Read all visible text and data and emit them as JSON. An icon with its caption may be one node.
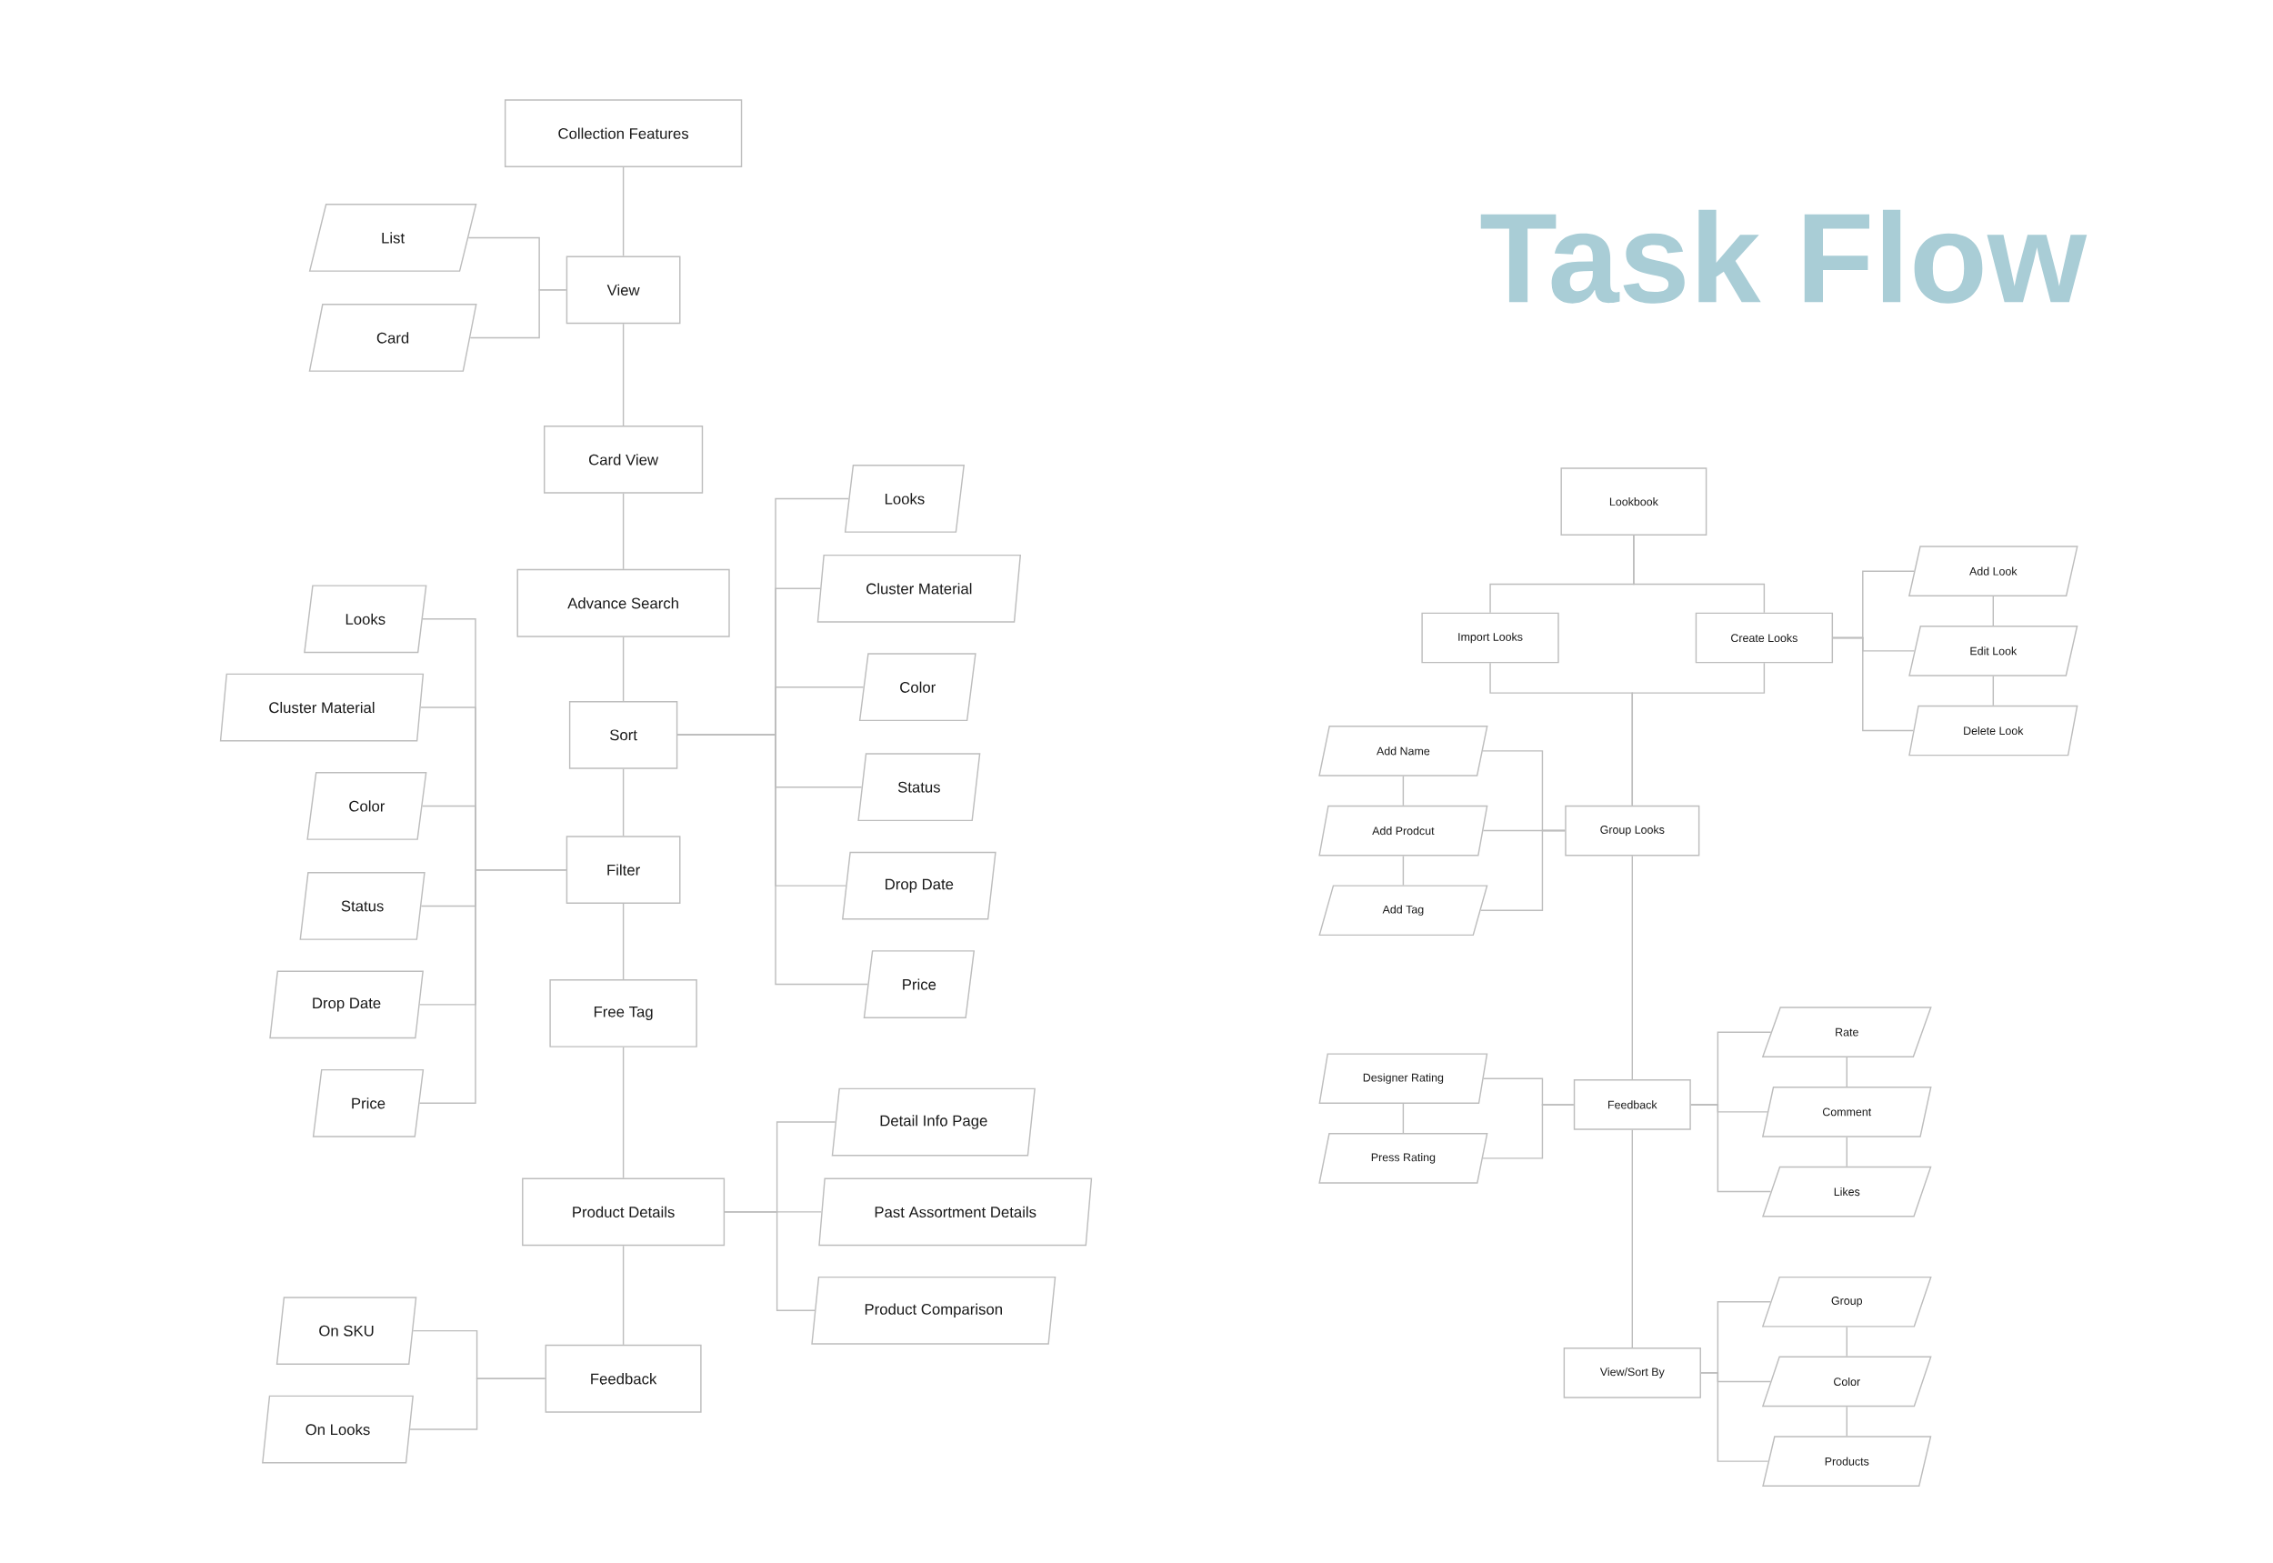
{
  "diagram": {
    "title": "Task Flow",
    "nodes": [
      {
        "text": [
          "Collection Features"
        ]
      },
      {
        "text": [
          "View"
        ]
      },
      {
        "text": [
          "List"
        ]
      },
      {
        "text": [
          "Card"
        ]
      },
      {
        "text": [
          "Card View"
        ]
      },
      {
        "text": [
          "Advance Search"
        ]
      },
      {
        "text": [
          "Sort"
        ]
      },
      {
        "text": [
          "Looks"
        ]
      },
      {
        "text": [
          "Cluster Material"
        ]
      },
      {
        "text": [
          "Color"
        ]
      },
      {
        "text": [
          "Status"
        ]
      },
      {
        "text": [
          "Drop Date"
        ]
      },
      {
        "text": [
          "Price"
        ]
      },
      {
        "text": [
          "Filter"
        ]
      },
      {
        "text": [
          "Looks"
        ]
      },
      {
        "text": [
          "Cluster Material"
        ]
      },
      {
        "text": [
          "Color"
        ]
      },
      {
        "text": [
          "Status"
        ]
      },
      {
        "text": [
          "Drop Date"
        ]
      },
      {
        "text": [
          "Price"
        ]
      },
      {
        "text": [
          "Free Tag"
        ]
      },
      {
        "text": [
          "Product Details"
        ]
      },
      {
        "text": [
          "Detail Info Page"
        ]
      },
      {
        "text": [
          "Past Assortment Details"
        ]
      },
      {
        "text": [
          "Product Comparison"
        ]
      },
      {
        "text": [
          "Feedback"
        ]
      },
      {
        "text": [
          "On SKU"
        ]
      },
      {
        "text": [
          "On Looks"
        ]
      },
      {
        "text": [
          "Lookbook"
        ]
      },
      {
        "text": [
          "Import Looks"
        ]
      },
      {
        "text": [
          "Create Looks"
        ]
      },
      {
        "text": [
          "Add  Look"
        ]
      },
      {
        "text": [
          "Edit Look"
        ]
      },
      {
        "text": [
          "Delete Look"
        ]
      },
      {
        "text": [
          "Add  Name"
        ]
      },
      {
        "text": [
          "Add Prodcut"
        ]
      },
      {
        "text": [
          "Add Tag"
        ]
      },
      {
        "text": [
          "Group Looks"
        ]
      },
      {
        "text": [
          "Designer Rating"
        ]
      },
      {
        "text": [
          "Press Rating"
        ]
      },
      {
        "text": [
          "Feedback"
        ]
      },
      {
        "text": [
          "Rate"
        ]
      },
      {
        "text": [
          "Comment"
        ]
      },
      {
        "text": [
          "Likes"
        ]
      },
      {
        "text": [
          "Group"
        ]
      },
      {
        "text": [
          "Color"
        ]
      },
      {
        "text": [
          "Products"
        ]
      },
      {
        "text": [
          "View/Sort By"
        ]
      }
    ],
    "edges": [
      {
        "from": 0,
        "to": 1,
        "arrow": "none"
      },
      {
        "from": 1,
        "to": 2,
        "arrow": "none"
      },
      {
        "from": 1,
        "to": 3,
        "arrow": "none"
      },
      {
        "from": 1,
        "to": 4,
        "arrow": "none"
      },
      {
        "from": 4,
        "to": 5,
        "arrow": "none"
      },
      {
        "from": 5,
        "to": 6,
        "arrow": "none"
      },
      {
        "from": 6,
        "to": 7,
        "arrow": "none"
      },
      {
        "from": 6,
        "to": 8,
        "arrow": "none"
      },
      {
        "from": 6,
        "to": 9,
        "arrow": "none"
      },
      {
        "from": 6,
        "to": 10,
        "arrow": "none"
      },
      {
        "from": 6,
        "to": 11,
        "arrow": "none"
      },
      {
        "from": 6,
        "to": 12,
        "arrow": "none"
      },
      {
        "from": 6,
        "to": 13,
        "arrow": "none"
      },
      {
        "from": 13,
        "to": 14,
        "arrow": "none"
      },
      {
        "from": 13,
        "to": 15,
        "arrow": "none"
      },
      {
        "from": 13,
        "to": 16,
        "arrow": "none"
      },
      {
        "from": 13,
        "to": 17,
        "arrow": "none"
      },
      {
        "from": 13,
        "to": 18,
        "arrow": "none"
      },
      {
        "from": 13,
        "to": 19,
        "arrow": "none"
      },
      {
        "from": 13,
        "to": 20,
        "arrow": "none"
      },
      {
        "from": 20,
        "to": 21,
        "arrow": "none"
      },
      {
        "from": 21,
        "to": 22,
        "arrow": "none"
      },
      {
        "from": 21,
        "to": 23,
        "arrow": "none"
      },
      {
        "from": 21,
        "to": 24,
        "arrow": "none"
      },
      {
        "from": 21,
        "to": 25,
        "arrow": "none"
      },
      {
        "from": 25,
        "to": 26,
        "arrow": "none"
      },
      {
        "from": 25,
        "to": 27,
        "arrow": "none"
      },
      {
        "from": 28,
        "to": 29,
        "arrow": "none"
      },
      {
        "from": 28,
        "to": 30,
        "arrow": "none"
      },
      {
        "from": 29,
        "to": 37,
        "arrow": "none"
      },
      {
        "from": 30,
        "to": 37,
        "arrow": "none"
      },
      {
        "from": 30,
        "to": 31,
        "arrow": "none"
      },
      {
        "from": 30,
        "to": 32,
        "arrow": "none"
      },
      {
        "from": 30,
        "to": 33,
        "arrow": "none"
      },
      {
        "from": 31,
        "to": 32,
        "arrow": "none"
      },
      {
        "from": 32,
        "to": 33,
        "arrow": "none"
      },
      {
        "from": 34,
        "to": 35,
        "arrow": "none"
      },
      {
        "from": 35,
        "to": 36,
        "arrow": "none"
      },
      {
        "from": 34,
        "to": 37,
        "arrow": "none"
      },
      {
        "from": 35,
        "to": 37,
        "arrow": "none"
      },
      {
        "from": 36,
        "to": 37,
        "arrow": "none"
      },
      {
        "from": 37,
        "to": 40,
        "arrow": "none"
      },
      {
        "from": 38,
        "to": 39,
        "arrow": "none"
      },
      {
        "from": 38,
        "to": 40,
        "arrow": "none"
      },
      {
        "from": 39,
        "to": 40,
        "arrow": "none"
      },
      {
        "from": 40,
        "to": 41,
        "arrow": "none"
      },
      {
        "from": 40,
        "to": 42,
        "arrow": "none"
      },
      {
        "from": 40,
        "to": 43,
        "arrow": "none"
      },
      {
        "from": 41,
        "to": 42,
        "arrow": "none"
      },
      {
        "from": 42,
        "to": 43,
        "arrow": "none"
      },
      {
        "from": 40,
        "to": 47,
        "arrow": "none"
      },
      {
        "from": 47,
        "to": 44,
        "arrow": "none"
      },
      {
        "from": 47,
        "to": 45,
        "arrow": "none"
      },
      {
        "from": 47,
        "to": 46,
        "arrow": "none"
      },
      {
        "from": 44,
        "to": 45,
        "arrow": "none"
      },
      {
        "from": 45,
        "to": 46,
        "arrow": "none"
      }
    ]
  }
}
